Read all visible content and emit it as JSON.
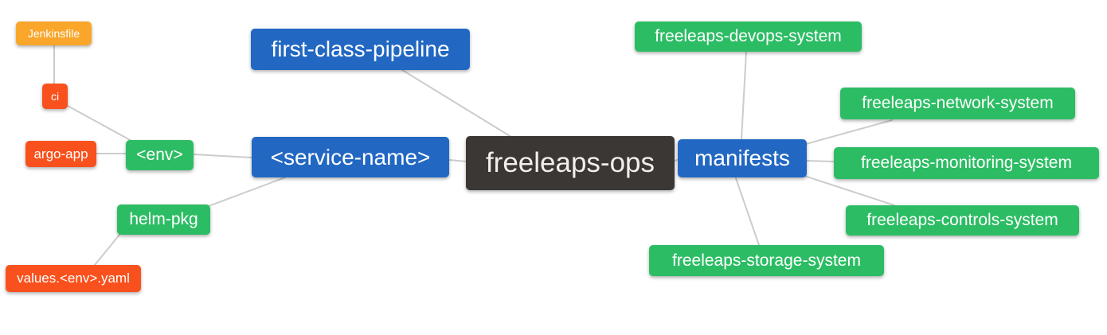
{
  "diagram": {
    "type": "mindmap",
    "title": "freeleaps-ops mind map",
    "colors": {
      "root": "#3b3734",
      "primary": "#2268c3",
      "success": "#2cbd64",
      "warning": "#f9a62b",
      "danger": "#f9511d",
      "edge": "#cccccc",
      "text": "#ffffff",
      "root_text": "#f2efeb",
      "background": "#ffffff"
    },
    "nodes": [
      {
        "id": "jenkinsfile",
        "label": "Jenkinsfile",
        "role": "warning"
      },
      {
        "id": "ci",
        "label": "ci",
        "role": "danger"
      },
      {
        "id": "argo-app",
        "label": "argo-app",
        "role": "danger"
      },
      {
        "id": "env",
        "label": "<env>",
        "role": "success"
      },
      {
        "id": "helm-pkg",
        "label": "helm-pkg",
        "role": "success"
      },
      {
        "id": "values-env-yaml",
        "label": "values.<env>.yaml",
        "role": "danger"
      },
      {
        "id": "first-class-pipeline",
        "label": "first-class-pipeline",
        "role": "primary"
      },
      {
        "id": "service-name",
        "label": "<service-name>",
        "role": "primary"
      },
      {
        "id": "freeleaps-ops",
        "label": "freeleaps-ops",
        "role": "root"
      },
      {
        "id": "manifests",
        "label": "manifests",
        "role": "primary"
      },
      {
        "id": "freeleaps-devops-system",
        "label": "freeleaps-devops-system",
        "role": "success"
      },
      {
        "id": "freeleaps-network-system",
        "label": "freeleaps-network-system",
        "role": "success"
      },
      {
        "id": "freeleaps-monitoring-system",
        "label": "freeleaps-monitoring-system",
        "role": "success"
      },
      {
        "id": "freeleaps-controls-system",
        "label": "freeleaps-controls-system",
        "role": "success"
      },
      {
        "id": "freeleaps-storage-system",
        "label": "freeleaps-storage-system",
        "role": "success"
      }
    ],
    "edges": [
      {
        "from": "jenkinsfile",
        "to": "ci"
      },
      {
        "from": "ci",
        "to": "env"
      },
      {
        "from": "argo-app",
        "to": "env"
      },
      {
        "from": "env",
        "to": "service-name"
      },
      {
        "from": "helm-pkg",
        "to": "service-name"
      },
      {
        "from": "values-env-yaml",
        "to": "helm-pkg"
      },
      {
        "from": "first-class-pipeline",
        "to": "freeleaps-ops"
      },
      {
        "from": "service-name",
        "to": "freeleaps-ops"
      },
      {
        "from": "freeleaps-ops",
        "to": "manifests"
      },
      {
        "from": "manifests",
        "to": "freeleaps-devops-system"
      },
      {
        "from": "manifests",
        "to": "freeleaps-network-system"
      },
      {
        "from": "manifests",
        "to": "freeleaps-monitoring-system"
      },
      {
        "from": "manifests",
        "to": "freeleaps-controls-system"
      },
      {
        "from": "manifests",
        "to": "freeleaps-storage-system"
      }
    ]
  }
}
